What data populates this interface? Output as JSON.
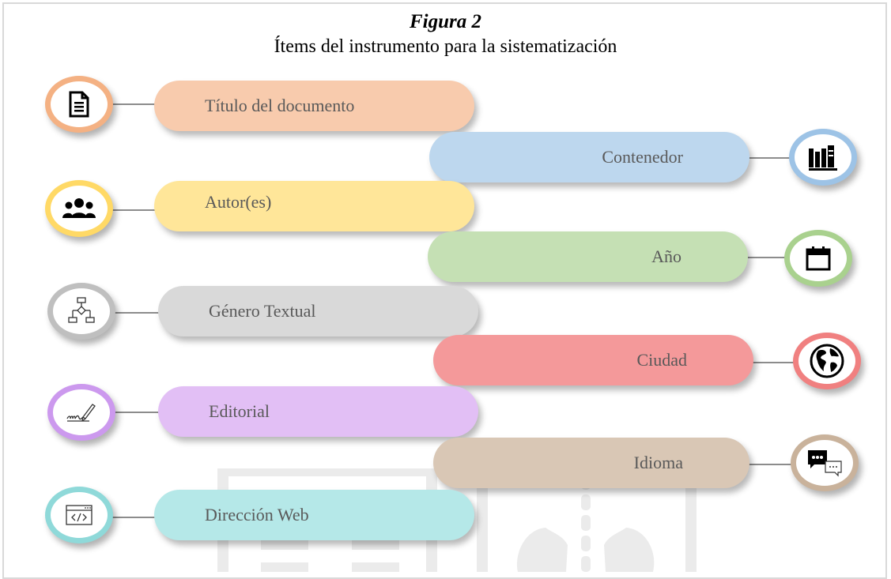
{
  "figure": {
    "number": "Figura 2",
    "caption": "Ítems del instrumento para la sistematización"
  },
  "items": [
    {
      "label": "Título del documento",
      "icon": "document-icon",
      "color": "#f8cbad",
      "ring": "#f4b183"
    },
    {
      "label": "Contenedor",
      "icon": "library-icon",
      "color": "#bdd7ee",
      "ring": "#9dc3e6"
    },
    {
      "label": "Autor(es)",
      "icon": "users-icon",
      "color": "#ffe699",
      "ring": "#ffd966"
    },
    {
      "label": "Año",
      "icon": "calendar-icon",
      "color": "#c5e0b4",
      "ring": "#a9d18e"
    },
    {
      "label": "Género Textual",
      "icon": "flowchart-icon",
      "color": "#d9d9d9",
      "ring": "#bfbfbf"
    },
    {
      "label": "Ciudad",
      "icon": "globe-icon",
      "color": "#f4999a",
      "ring": "#f08080"
    },
    {
      "label": "Editorial",
      "icon": "signature-icon",
      "color": "#e2bff5",
      "ring": "#cc99ee"
    },
    {
      "label": "Idioma",
      "icon": "chat-bubbles-icon",
      "color": "#d9c7b5",
      "ring": "#c9b29b"
    },
    {
      "label": "Dirección Web",
      "icon": "web-code-icon",
      "color": "#b5e8e8",
      "ring": "#8fd9d9"
    }
  ]
}
